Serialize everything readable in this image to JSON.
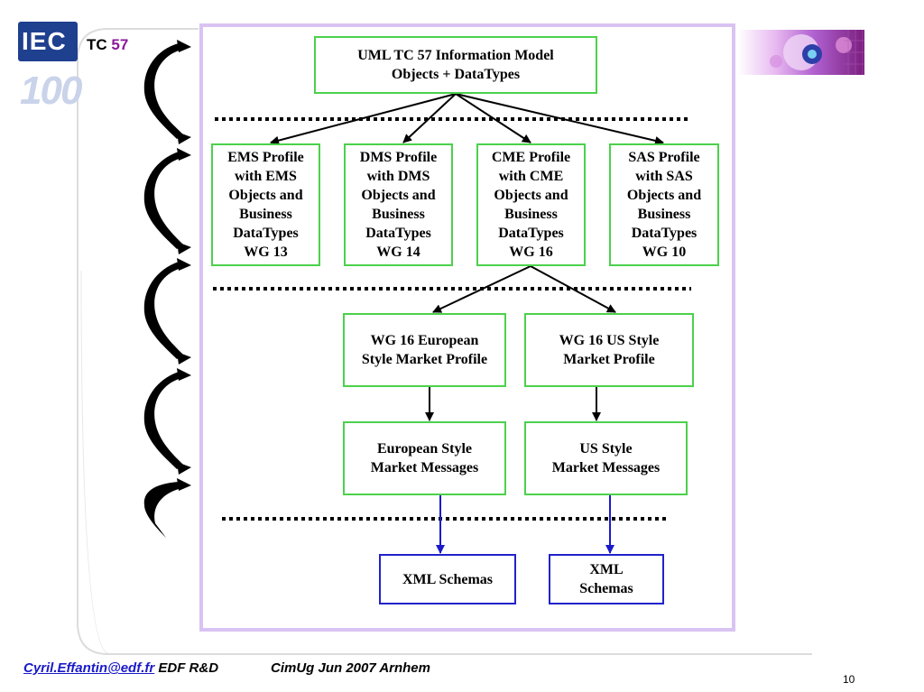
{
  "header": {
    "logo_text": "IEC",
    "logo_sub": "100",
    "tc_label": "TC",
    "tc_number": "57"
  },
  "diagram": {
    "top": "UML TC 57 Information Model\nObjects + DataTypes",
    "profiles": [
      "EMS Profile\nwith EMS\nObjects and\nBusiness\nDataTypes\nWG 13",
      "DMS Profile\nwith DMS\nObjects and\nBusiness\nDataTypes\nWG 14",
      "CME Profile\nwith CME\nObjects and\nBusiness\nDataTypes\nWG 16",
      "SAS Profile\nwith SAS\nObjects and\nBusiness\nDataTypes\nWG 10"
    ],
    "market_profiles": [
      "WG 16 European\nStyle Market Profile",
      "WG 16 US Style\nMarket Profile"
    ],
    "messages": [
      "European Style\nMarket Messages",
      "US Style\nMarket Messages"
    ],
    "schemas": [
      "XML Schemas",
      "XML\nSchemas"
    ]
  },
  "footer": {
    "email": "Cyril.Effantin@edf.fr",
    "org": "EDF R&D",
    "event": "CimUg Jun 2007 Arnhem",
    "page": "10"
  },
  "colors": {
    "green_border": "#4cd14c",
    "blue_border": "#2222cc",
    "frame": "#d9c3f2",
    "tc_number": "#8b1a9a"
  }
}
